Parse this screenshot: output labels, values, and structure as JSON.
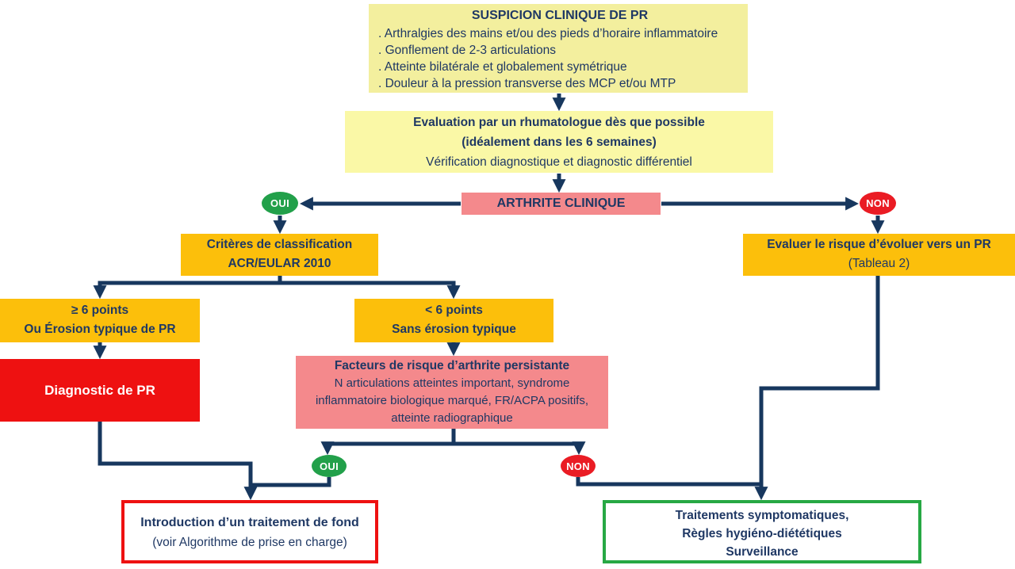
{
  "colors": {
    "navy": "#1F3864",
    "arrow": "#17375E",
    "yellow": "#F3EF9E",
    "yellow_light": "#FAF8A6",
    "orange": "#FCBF0B",
    "salmon": "#F4898C",
    "red": "#EE1111",
    "green": "#27A844",
    "green_badge": "#22A04A",
    "red_badge": "#EA1C24"
  },
  "nodes": {
    "suspicion": {
      "title": "SUSPICION CLINIQUE DE PR",
      "items": [
        ". Arthralgies des mains et/ou des pieds d’horaire inflammatoire",
        ". Gonflement de 2-3 articulations",
        ". Atteinte bilatérale et globalement symétrique",
        ". Douleur à la pression transverse des MCP et/ou MTP"
      ]
    },
    "evaluation": {
      "line1": "Evaluation par un rhumatologue dès que possible",
      "line2": "(idéalement dans les 6 semaines)",
      "line3": "Vérification diagnostique et diagnostic différentiel"
    },
    "arthrite": {
      "label": "ARTHRITE CLINIQUE"
    },
    "oui_top": {
      "label": "OUI"
    },
    "non_top": {
      "label": "NON"
    },
    "criteres": {
      "line1": "Critères de classification",
      "line2": "ACR/EULAR 2010"
    },
    "evaluer": {
      "line1": "Evaluer le risque d’évoluer vers un PR",
      "line2": "(Tableau 2)"
    },
    "ge6": {
      "line1": "≥ 6 points",
      "line2": "Ou Érosion typique de PR"
    },
    "lt6": {
      "line1": "< 6 points",
      "line2": "Sans érosion typique"
    },
    "diagnostic": {
      "label": "Diagnostic de PR"
    },
    "facteurs": {
      "title": "Facteurs de risque d’arthrite persistante",
      "body": "N articulations atteintes important, syndrome inflammatoire biologique marqué, FR/ACPA positifs, atteinte radiographique"
    },
    "oui_bottom": {
      "label": "OUI"
    },
    "non_bottom": {
      "label": "NON"
    },
    "traitement": {
      "line1": "Introduction d’un traitement de fond",
      "line2": "(voir Algorithme de prise en charge)"
    },
    "symptomatique": {
      "line1": "Traitements symptomatiques,",
      "line2": "Règles hygiéno-diététiques",
      "line3": "Surveillance"
    }
  }
}
